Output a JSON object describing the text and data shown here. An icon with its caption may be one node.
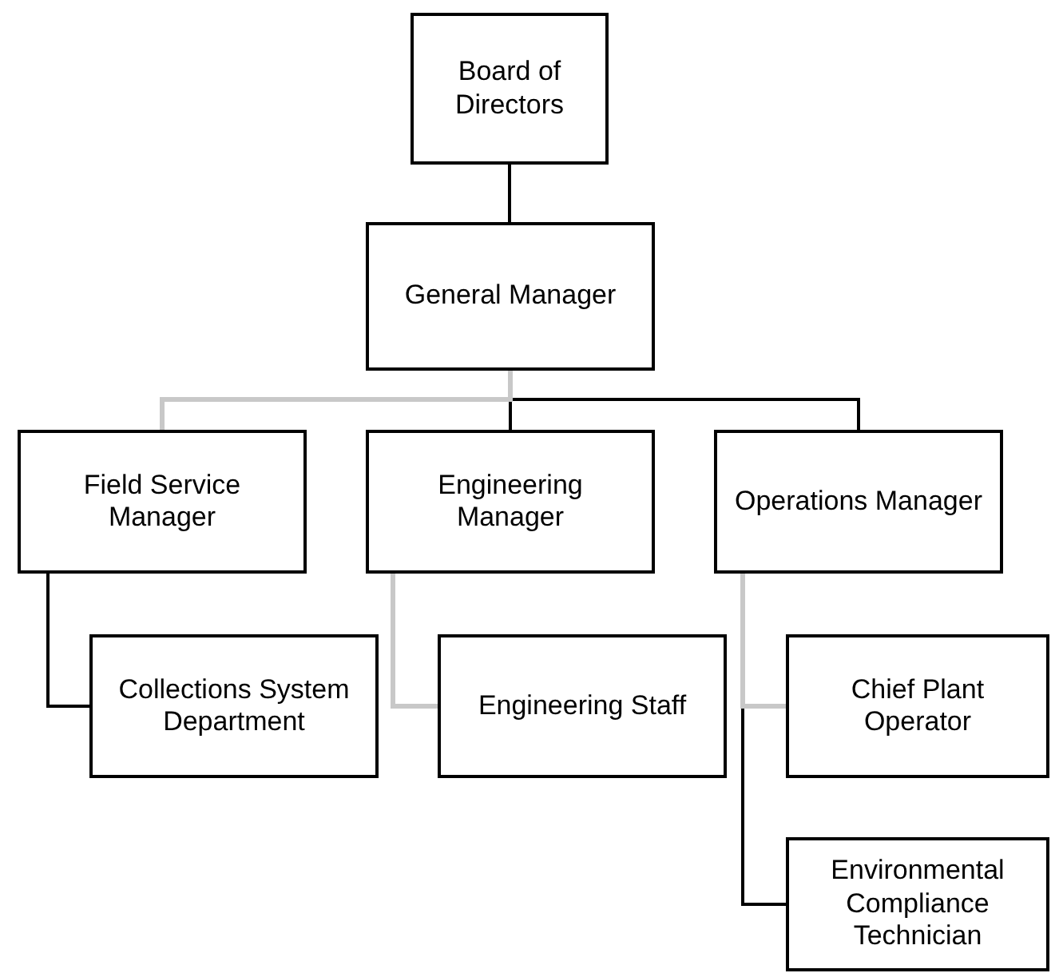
{
  "diagram": {
    "nodes": [
      {
        "text": [
          "Board of Directors"
        ]
      },
      {
        "text": [
          "General Manager"
        ]
      },
      {
        "text": [
          "Field Service Manager"
        ]
      },
      {
        "text": [
          "Engineering Manager"
        ]
      },
      {
        "text": [
          "Operations Manager"
        ]
      },
      {
        "text": [
          "Collections System Department"
        ]
      },
      {
        "text": [
          "Engineering Staff"
        ]
      },
      {
        "text": [
          "Chief Plant Operator"
        ]
      },
      {
        "text": [
          "Environmental Compliance Technician"
        ]
      }
    ],
    "edges": [
      {
        "from": 0,
        "to": 1,
        "arrow": "none"
      },
      {
        "from": 1,
        "to": 2,
        "arrow": "none",
        "color": "#c8c8c8"
      },
      {
        "from": 1,
        "to": 3,
        "arrow": "none"
      },
      {
        "from": 1,
        "to": 4,
        "arrow": "none"
      },
      {
        "from": 2,
        "to": 5,
        "arrow": "none"
      },
      {
        "from": 3,
        "to": 6,
        "arrow": "none",
        "color": "#c8c8c8"
      },
      {
        "from": 4,
        "to": 8,
        "arrow": "none"
      },
      {
        "from": 4,
        "to": 7,
        "arrow": "none",
        "color": "#c8c8c8"
      }
    ]
  }
}
